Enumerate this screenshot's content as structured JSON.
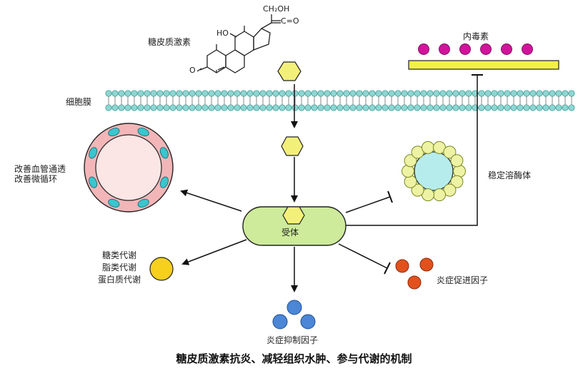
{
  "title": "糖皮质激素抗炎、减轻组织水肿、参与代谢的机制",
  "labels": {
    "hormone": "糖皮质激素",
    "membrane": "细胞膜",
    "endotoxin": "内毒素",
    "receptor": "受体",
    "vascular": [
      "改善血管通透",
      "改善微循环"
    ],
    "metabolism": [
      "糖类代谢",
      "脂类代谢",
      "蛋白质代谢"
    ],
    "lysosome": "稳定溶酶体",
    "promote_factor": "炎症促进因子",
    "inhibit_factor": "炎症抑制因子"
  },
  "structure": {
    "ch2oh": "CH₂OH",
    "carbonyl": "C=O",
    "ho": "HO",
    "oxo": "O"
  },
  "colors": {
    "hexagon": "#f3f07a",
    "membrane_head": "#8ed6d2",
    "endotoxin_bar": "#f3f044",
    "endotoxin_dots": "#d1149b",
    "receptor": "#cdeb9a",
    "vessel": "#f2b6b8",
    "vessel_nuclei": "#39c6cf",
    "metabolism": "#f6d01c",
    "lysosome_ring": "#eef2a4",
    "lysosome_core": "#b6ecec",
    "promote": "#e2511c",
    "inhibit": "#4c86d6"
  }
}
